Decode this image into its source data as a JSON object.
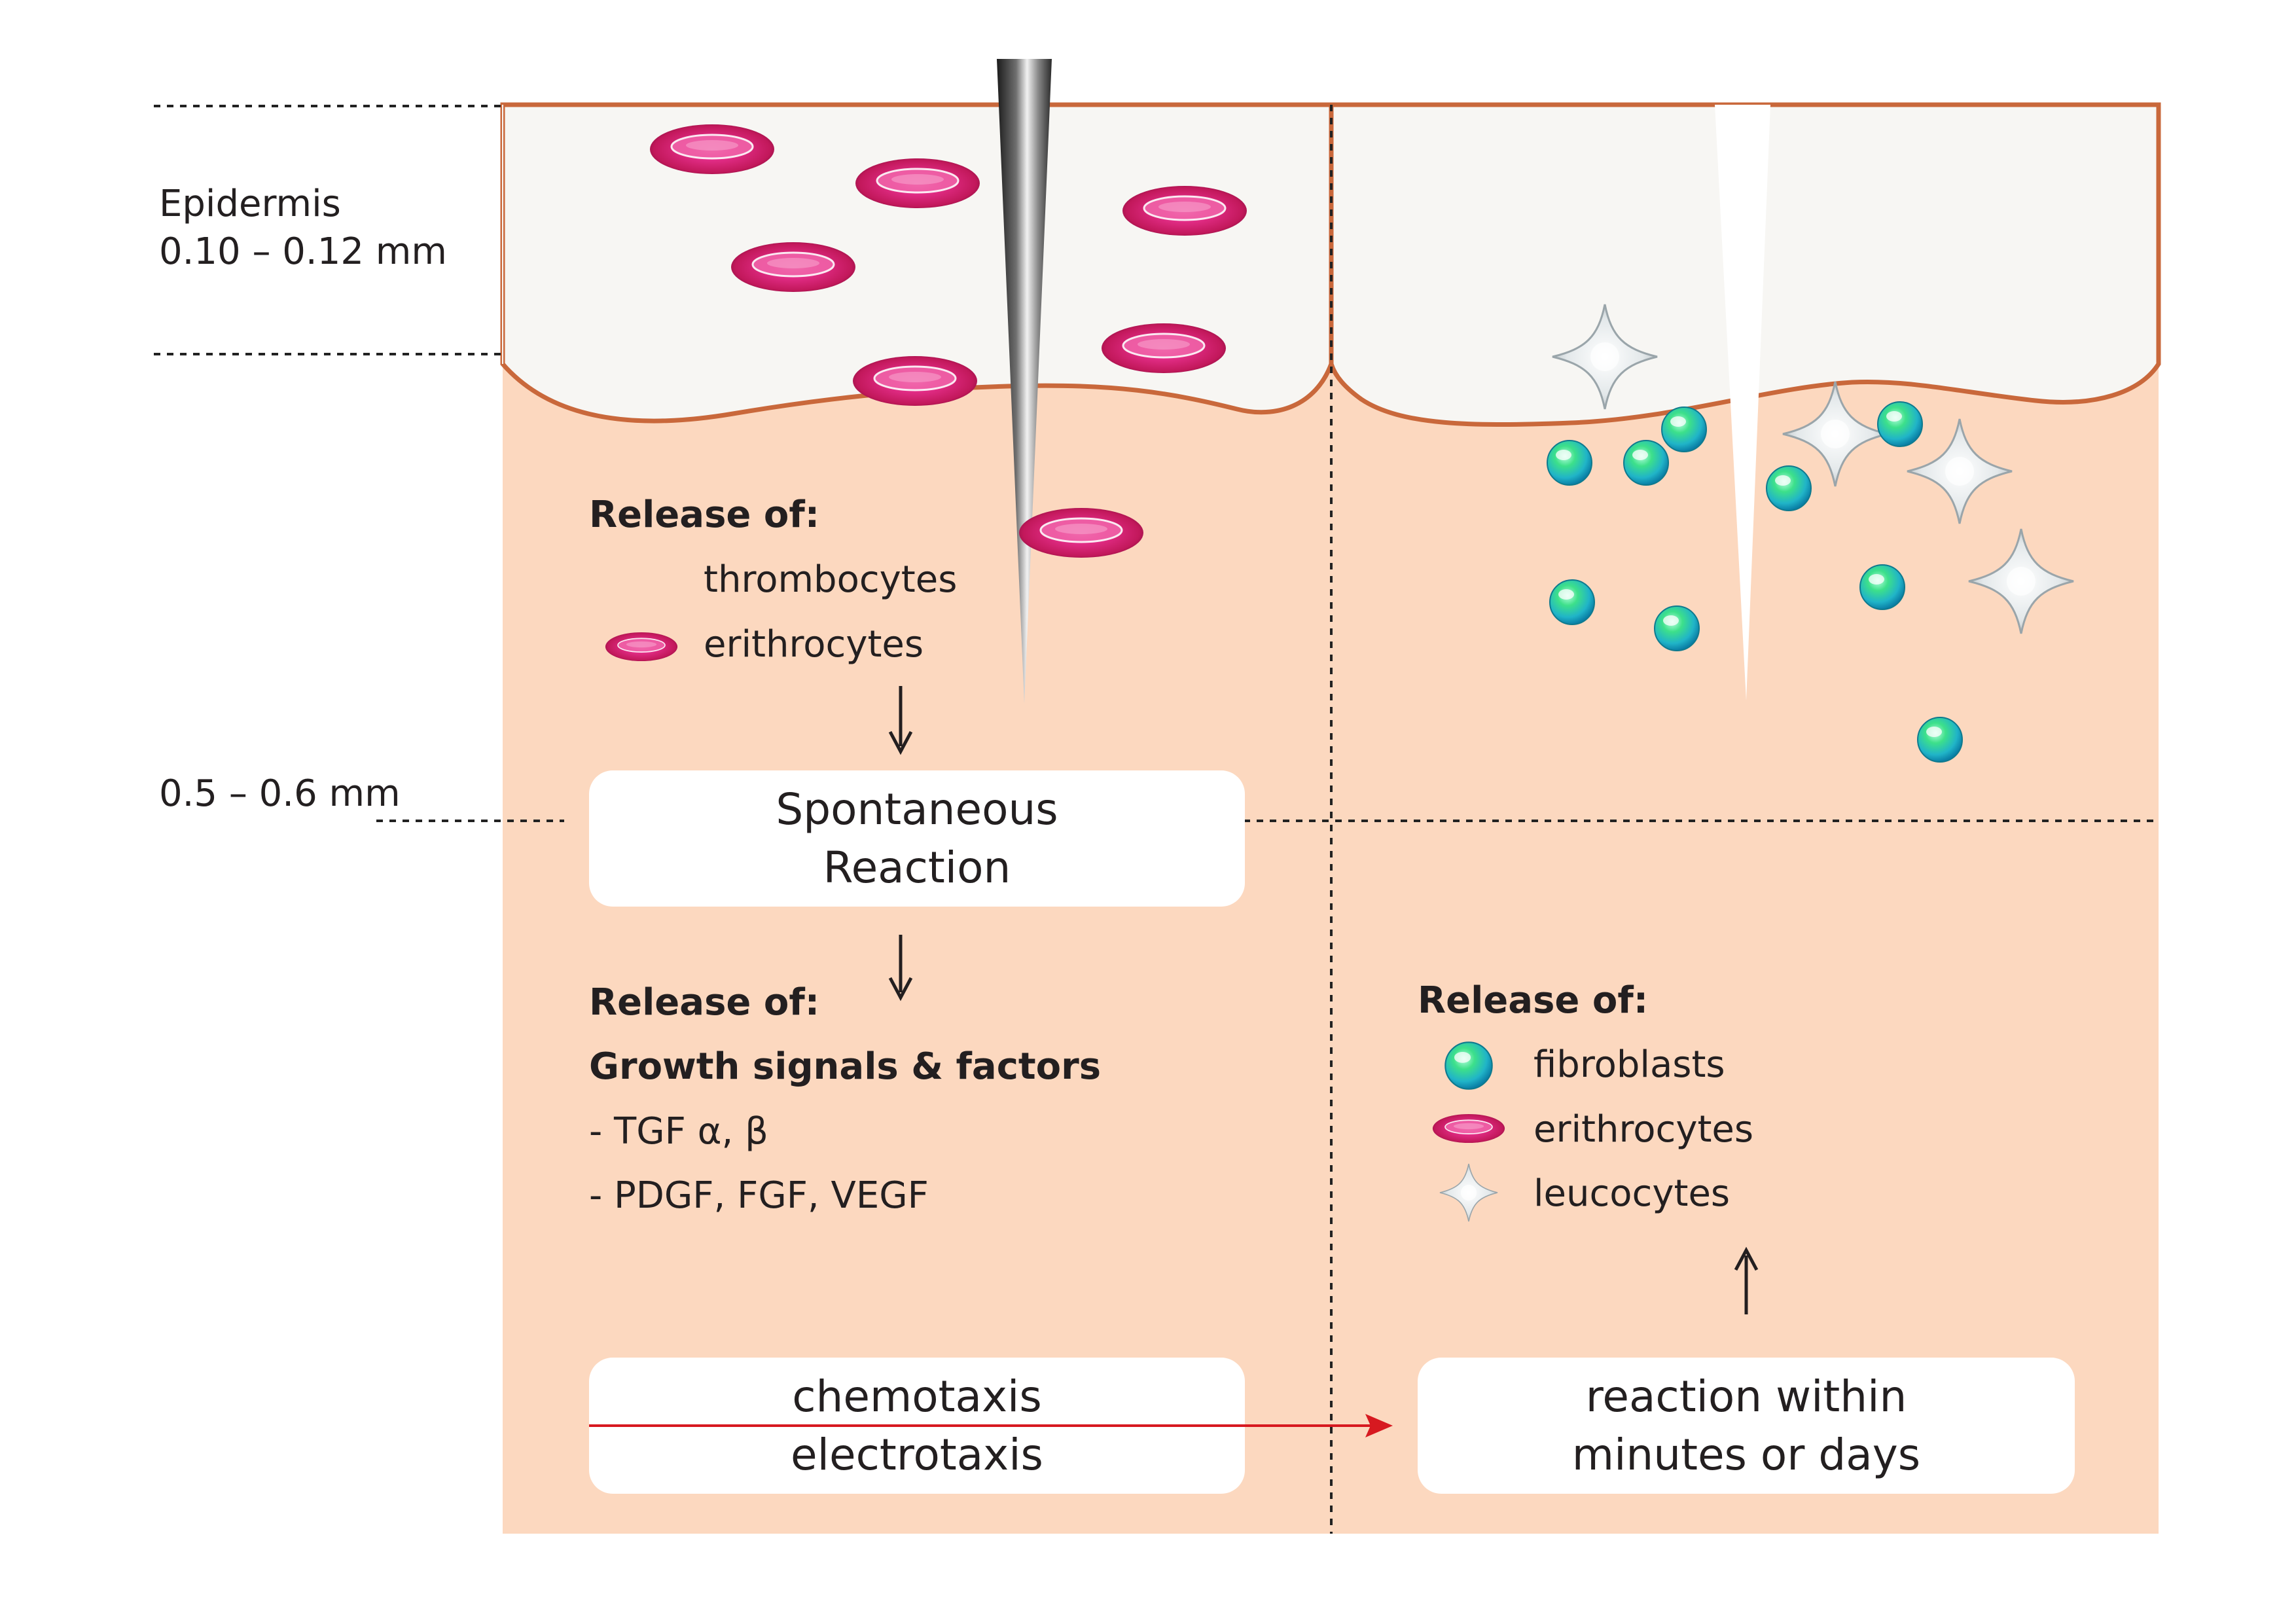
{
  "left_labels": {
    "epidermis": "Epidermis",
    "epidermis_depth": "0.10 – 0.12 mm",
    "dermis_depth": "0.5 – 0.6 mm"
  },
  "left_panel": {
    "release_title_top": "Release of:",
    "top_items": [
      "thrombocytes",
      "erithrocytes"
    ],
    "spontaneous_box": [
      "Spontaneous",
      "Reaction"
    ],
    "release_title_bottom": "Release of:",
    "growth_title": "Growth signals & factors",
    "growth_items": [
      "- TGF α, β",
      "- PDGF, FGF, VEGF"
    ],
    "taxis_box": [
      "chemotaxis",
      "electrotaxis"
    ]
  },
  "right_panel": {
    "release_title": "Release of:",
    "items": [
      "fibroblasts",
      "erithrocytes",
      "leucocytes"
    ],
    "reaction_box": [
      "reaction within",
      "minutes or days"
    ]
  },
  "colors": {
    "epidermis": "#f7f6f3",
    "dermis": "#fcd8bf",
    "dermis_edge": "#c9683b",
    "erythrocyte": "#e8318f",
    "fibroblast": "#2bd67a",
    "arrow_red": "#d71920"
  }
}
